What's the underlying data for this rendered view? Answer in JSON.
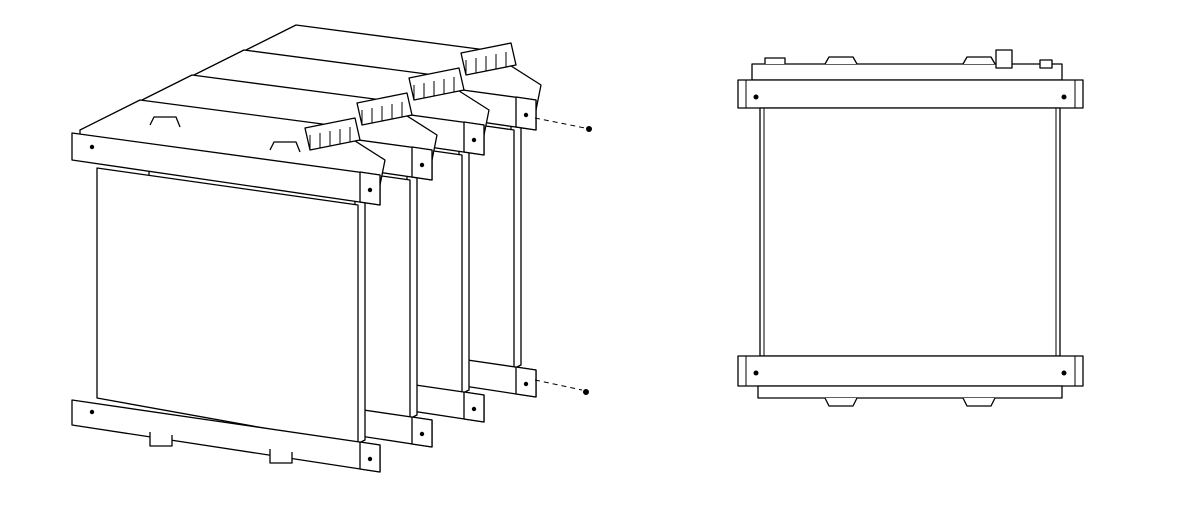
{
  "drawing": {
    "views": [
      "isometric-assembly",
      "front-view"
    ],
    "line_color": "#000000",
    "background": "#ffffff",
    "module_count": 4
  }
}
